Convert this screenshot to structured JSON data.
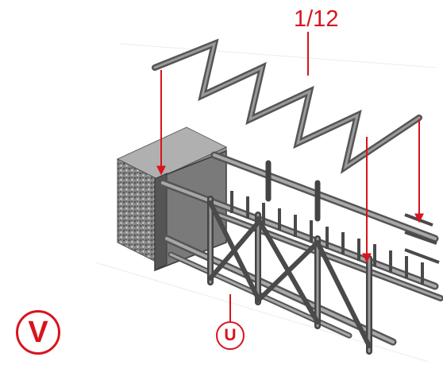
{
  "step_label": "1/12",
  "part_callout": "U",
  "view_badge": "V",
  "colors": {
    "accent": "#d8141d",
    "steel": "#6f6f6f",
    "steel_dark": "#444444",
    "steel_light": "#a5a5a5",
    "masonry": "#8a8a8a"
  }
}
